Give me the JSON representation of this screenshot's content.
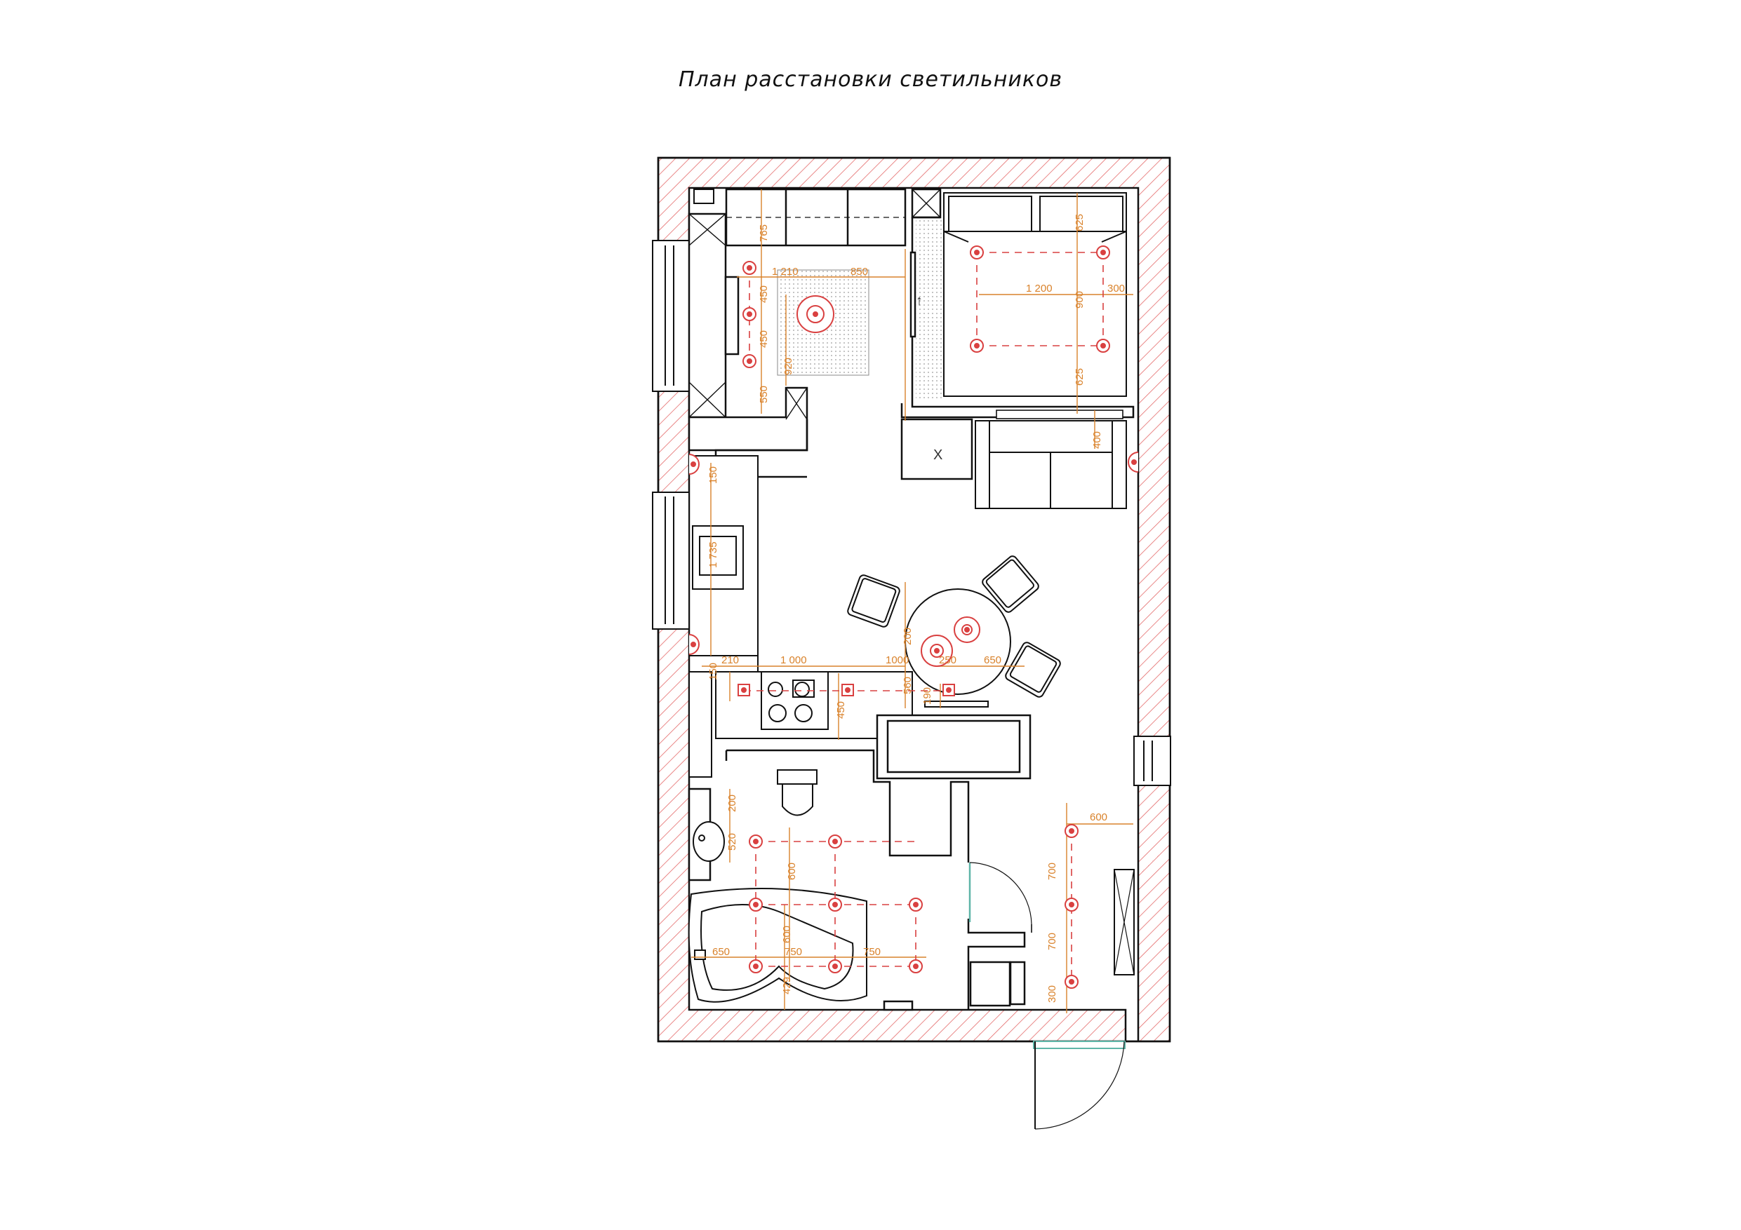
{
  "title": "План расстановки светильников",
  "colors": {
    "wall_hatch": "#e46a6a",
    "dimension": "#d9822b",
    "lamp": "#d94040",
    "line": "#111111",
    "door_glass": "#5fb5a8"
  },
  "dimensions": {
    "d765": "765",
    "d1210": "1 210",
    "d850": "850",
    "d450a": "450",
    "d450b": "450",
    "d920": "920",
    "d550": "550",
    "d625a": "625",
    "d1200": "1 200",
    "d900": "900",
    "d300a": "300",
    "d625b": "625",
    "d400": "400",
    "d150a": "150",
    "d1735": "1 735",
    "d200a": "200",
    "d1000a": "1 000",
    "d1000b": "1000",
    "d150b": "150",
    "d210": "210",
    "d250": "250",
    "d650a": "650",
    "d560": "560",
    "d190": "190",
    "d450c": "450",
    "d600a": "600",
    "d200b": "200",
    "d520": "520",
    "d700a": "700",
    "d600b": "600",
    "d700b": "700",
    "d300b": "300",
    "d750a": "750",
    "d750b": "750",
    "d600c": "600",
    "d650b": "650",
    "d429": "429"
  },
  "markers": {
    "x": "X",
    "arrow": "↑"
  }
}
